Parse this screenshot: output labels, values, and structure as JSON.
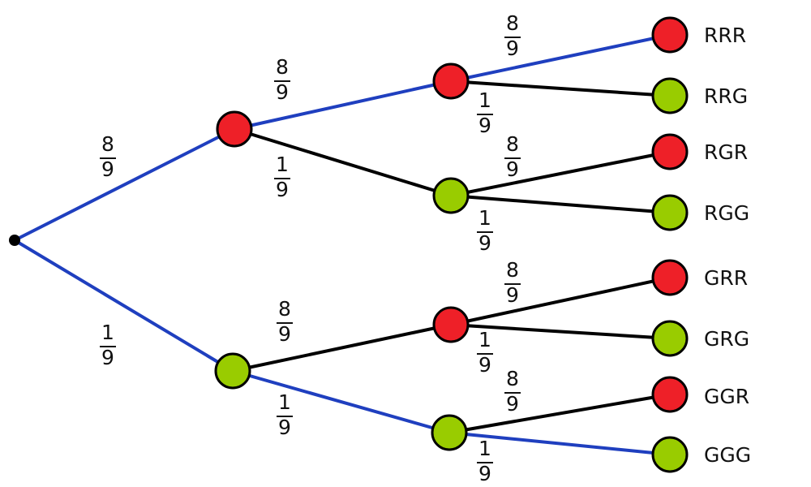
{
  "colors": {
    "red_node": "#ee2028",
    "green_node": "#99cc00",
    "highlight_edge": "#1f3fbf",
    "normal_edge": "#000000"
  },
  "root_to_red": {
    "num": "8",
    "den": "9"
  },
  "root_to_green": {
    "num": "1",
    "den": "9"
  },
  "r_to_rr": {
    "num": "8",
    "den": "9"
  },
  "r_to_rg": {
    "num": "1",
    "den": "9"
  },
  "g_to_gr": {
    "num": "8",
    "den": "9"
  },
  "g_to_gg": {
    "num": "1",
    "den": "9"
  },
  "rr_to_rrr": {
    "num": "8",
    "den": "9"
  },
  "rr_to_rrg": {
    "num": "1",
    "den": "9"
  },
  "rg_to_rgr": {
    "num": "8",
    "den": "9"
  },
  "rg_to_rgg": {
    "num": "1",
    "den": "9"
  },
  "gr_to_grr": {
    "num": "8",
    "den": "9"
  },
  "gr_to_grg": {
    "num": "1",
    "den": "9"
  },
  "gg_to_ggr": {
    "num": "8",
    "den": "9"
  },
  "gg_to_ggg": {
    "num": "1",
    "den": "9"
  },
  "outcomes": [
    "RRR",
    "RRG",
    "RGR",
    "RGG",
    "GRR",
    "GRG",
    "GGR",
    "GGG"
  ]
}
